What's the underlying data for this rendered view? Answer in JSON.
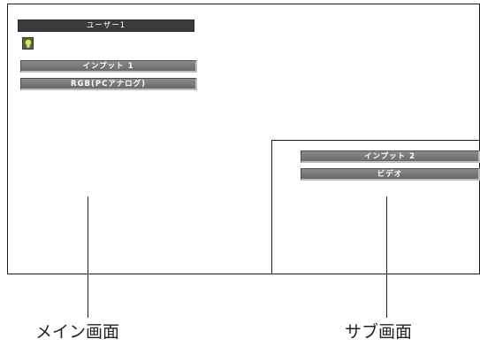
{
  "main": {
    "title": "ユーザー1",
    "input_label": "インプット 1",
    "source_label": "RGB(PCアナログ)"
  },
  "sub": {
    "input_label": "インプット 2",
    "source_label": "ビデオ"
  },
  "captions": {
    "main_screen": "メイン画面",
    "sub_screen": "サブ画面"
  },
  "icons": {
    "status": "lightbulb-icon"
  },
  "colors": {
    "title_bar": "#3b3b3b",
    "menu_bar": "#7a7a7a",
    "bulb": "#f2e020"
  }
}
